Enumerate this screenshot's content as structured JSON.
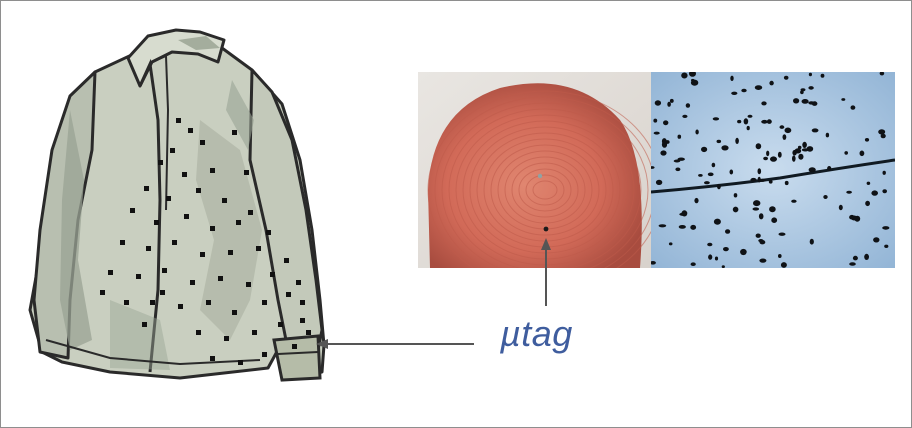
{
  "figure": {
    "label": "µtag",
    "label_color": "#3f5d9e",
    "arrow_color": "#555555"
  },
  "jacket": {
    "icon": "jacket-icon",
    "fill": "#c9cfc0",
    "shadow": "#9aa394",
    "outline": "#2a2a2a"
  },
  "photos": {
    "left": {
      "icon": "fingertip-photo",
      "tone": "#d8705e"
    },
    "right": {
      "icon": "microtags-on-fiber-photo",
      "tone": "#a9c4de"
    }
  }
}
